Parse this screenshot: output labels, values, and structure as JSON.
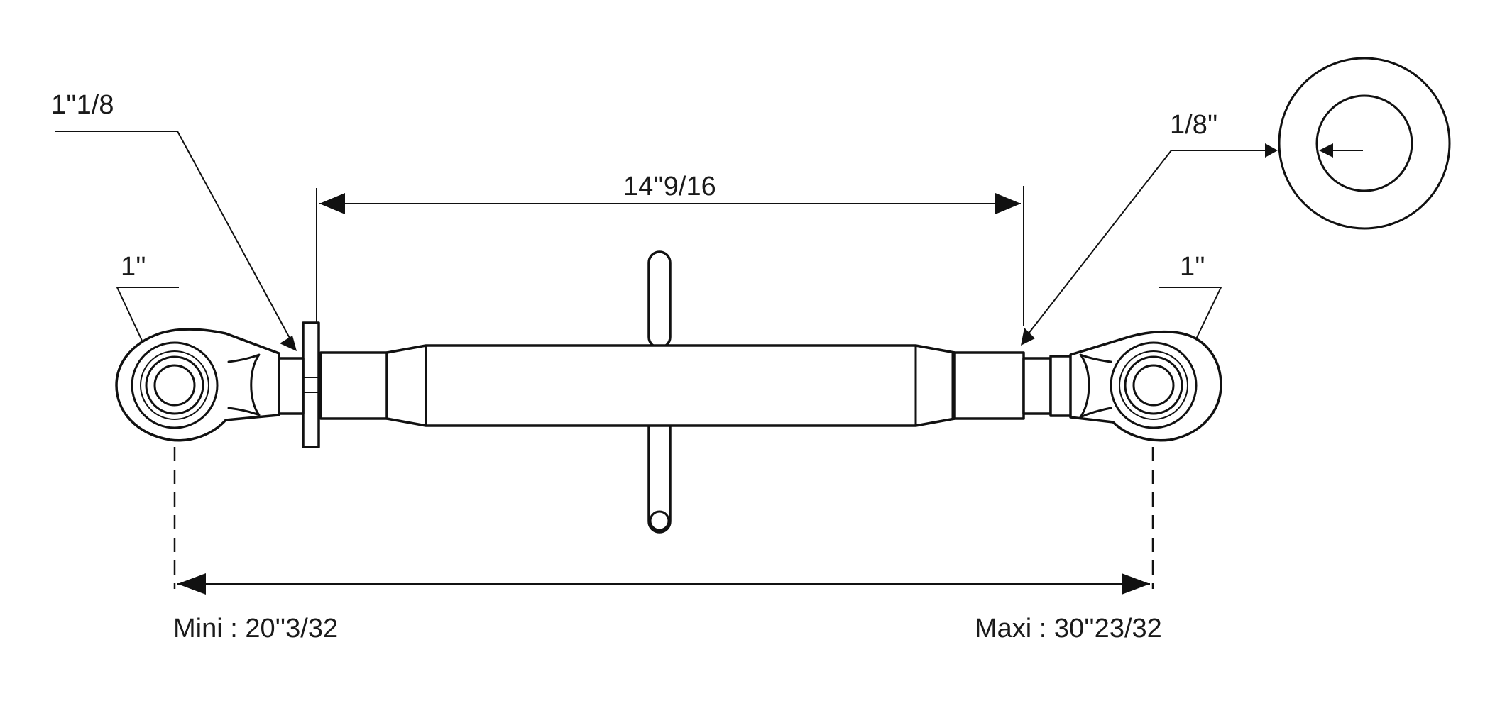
{
  "diagram": {
    "labels": {
      "lock_nut_thread": "1''1/8",
      "left_ball_size": "1''",
      "right_ball_size": "1''",
      "body_length": "14''9/16",
      "right_thread": "1/8''",
      "min_length": "Mini : 20''3/32",
      "max_length": "Maxi : 30''23/32"
    }
  }
}
